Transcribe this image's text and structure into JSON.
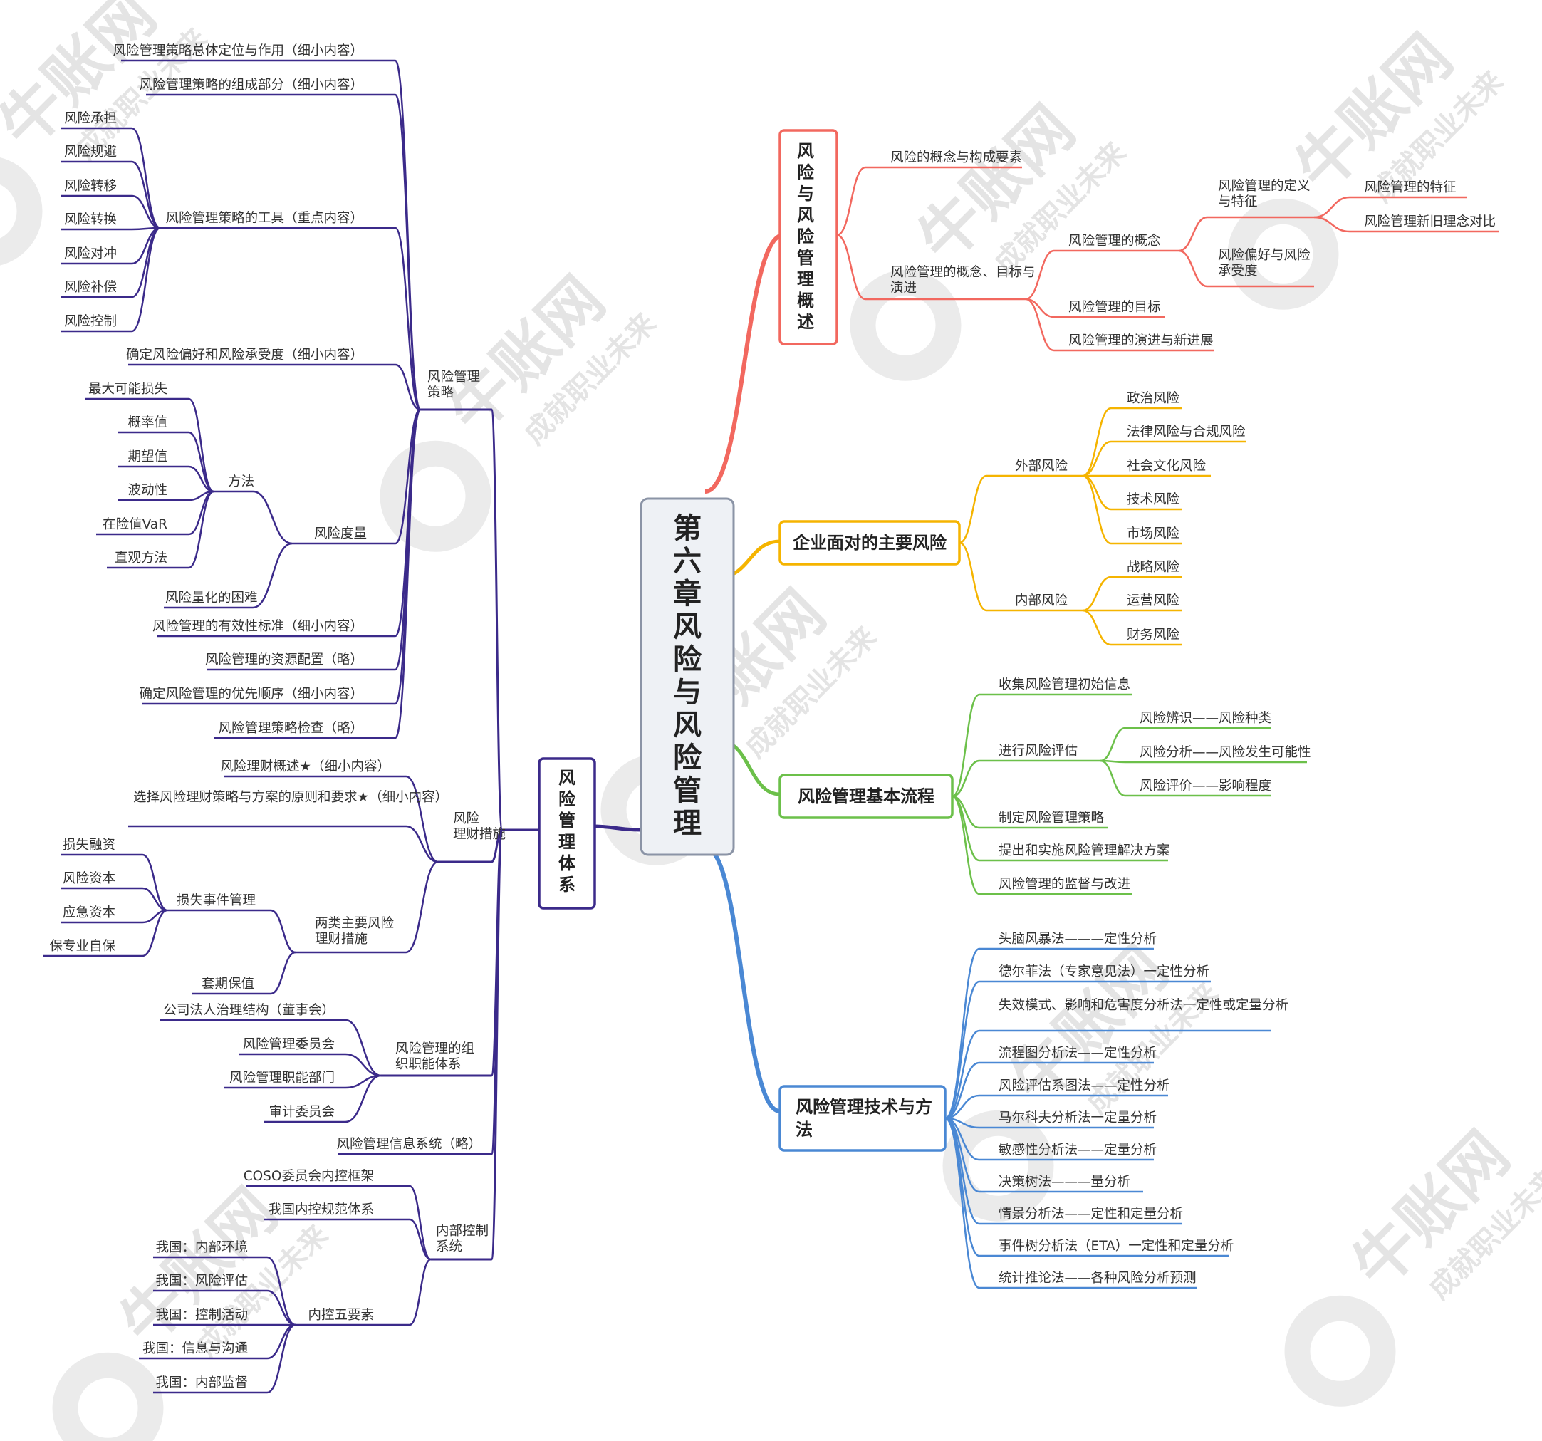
{
  "colors": {
    "purple": "#3b2a8a",
    "red": "#f2685f",
    "orange": "#f5b400",
    "green": "#6cc04a",
    "blue": "#4a88d4",
    "root_border": "#8b94a6"
  },
  "root": {
    "label": "第六章风险与风险管理"
  },
  "watermark": {
    "brand": "牛账网",
    "slogan": "成就职业未来"
  },
  "left": {
    "main": "风险管理体系",
    "strategy": {
      "label": "风险管理策略",
      "items": [
        "风险管理策略总体定位与作用（细小内容）",
        "风险管理策略的组成部分（细小内容）",
        "风险管理策略的工具（重点内容）",
        "确定风险偏好和风险承受度（细小内容）",
        "风险度量",
        "风险管理的有效性标准（细小内容）",
        "风险管理的资源配置（略）",
        "确定风险管理的优先顺序（细小内容）",
        "风险管理策略检查（略）"
      ],
      "tools": [
        "风险承担",
        "风险规避",
        "风险转移",
        "风险转换",
        "风险对冲",
        "风险补偿",
        "风险控制"
      ],
      "methods_label": "方法",
      "methods": [
        "最大可能损失",
        "概率值",
        "期望值",
        "波动性",
        "在险值VaR",
        "直观方法"
      ],
      "difficulty": "风险量化的困难"
    },
    "finance": {
      "label": "风险理财措施",
      "items": [
        "风险理财概述★（细小内容）",
        "选择风险理财策略与方案的原则和要求★（细小内容）",
        "两类主要风险理财措施"
      ],
      "loss_label": "损失事件管理",
      "loss_items": [
        "损失融资",
        "风险资本",
        "应急资本",
        "保专业自保"
      ],
      "hedge": "套期保值"
    },
    "org": {
      "label": "风险管理的组织职能体系",
      "items": [
        "公司法人治理结构（董事会）",
        "风险管理委员会",
        "风险管理职能部门",
        "审计委员会"
      ]
    },
    "info": "风险管理信息系统（略）",
    "control": {
      "label": "内部控制系统",
      "items": [
        "COSO委员会内控框架",
        "我国内控规范体系",
        "内控五要素"
      ],
      "five": [
        "我国：内部环境",
        "我国：风险评估",
        "我国：控制活动",
        "我国：信息与沟通",
        "我国：内部监督"
      ]
    }
  },
  "right": {
    "b1": {
      "label": "风险与风险管理概述",
      "items": [
        "风险的概念与构成要素",
        "风险管理的概念、目标与演进"
      ],
      "sub": [
        "风险管理的概念",
        "风险管理的目标",
        "风险管理的演进与新进展"
      ],
      "concept": [
        "风险管理的定义与特征",
        "风险偏好与风险承受度"
      ],
      "def": [
        "风险管理的特征",
        "风险管理新旧理念对比"
      ]
    },
    "b2": {
      "label": "企业面对的主要风险",
      "external": "外部风险",
      "external_items": [
        "政治风险",
        "法律风险与合规风险",
        "社会文化风险",
        "技术风险",
        "市场风险"
      ],
      "internal": "内部风险",
      "internal_items": [
        "战略风险",
        "运营风险",
        "财务风险"
      ]
    },
    "b3": {
      "label": "风险管理基本流程",
      "items": [
        "收集风险管理初始信息",
        "进行风险评估",
        "制定风险管理策略",
        "提出和实施风险管理解决方案",
        "风险管理的监督与改进"
      ],
      "assess": [
        "风险辨识——风险种类",
        "风险分析——风险发生可能性",
        "风险评价——影响程度"
      ]
    },
    "b4": {
      "label": "风险管理技术与方法",
      "items": [
        "头脑风暴法———定性分析",
        "德尔菲法（专家意见法）一定性分析",
        "失效模式、影响和危害度分析法一定性或定量分析",
        "流程图分析法——定性分析",
        "风险评估系图法——定性分析",
        "马尔科夫分析法一定量分析",
        "敏感性分析法——定量分析",
        "决策树法———量分析",
        "情景分析法——定性和定量分析",
        "事件树分析法（ETA）一定性和定量分析",
        "统计推论法——各种风险分析预测"
      ]
    }
  }
}
